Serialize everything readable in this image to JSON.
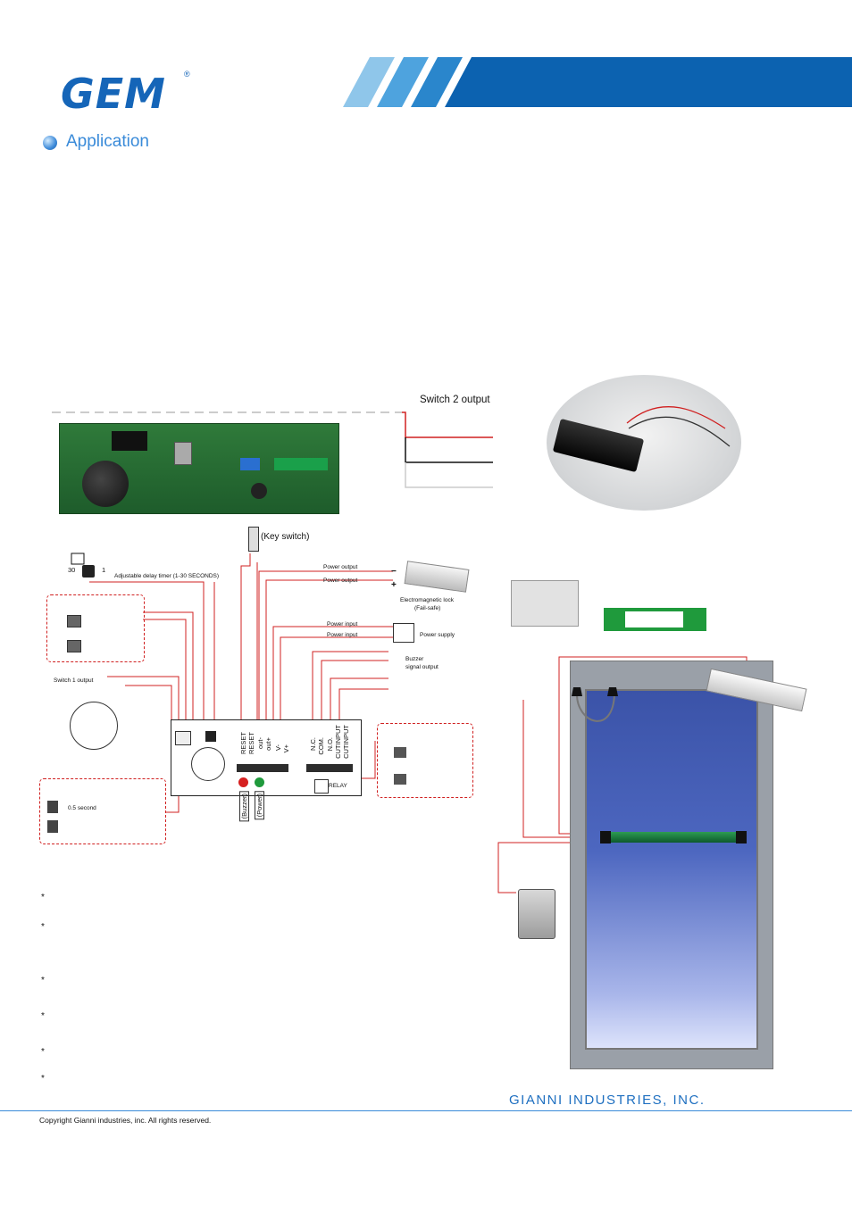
{
  "header": {
    "logo": "GEM",
    "registered": "®",
    "section_title": "Application"
  },
  "colors": {
    "brand_blue": "#1565b8",
    "wire_red": "#d02020",
    "exit_green": "#1f9a3c"
  },
  "diagram": {
    "switch2_output": "Switch 2 output",
    "key_switch": "(Key switch)",
    "timer_max": "30",
    "timer_min": "1",
    "timer_label": "Adjustable delay timer (1-30 SECONDS)",
    "power_output_1": "Power output",
    "power_output_2": "Power output",
    "minus": "−",
    "plus": "+",
    "mag_lock": "Electromagnetic lock",
    "fail_safe": "(Fail-safe)",
    "power_input_1": "Power input",
    "power_input_2": "Power input",
    "power_supply": "Power supply",
    "buzzer_output_1": "Buzzer",
    "buzzer_output_2": "signal output",
    "switch1_output": "Switch 1 output",
    "half_second": "0.5 second",
    "relay": "RELAY",
    "buzzer_led": "(Buzzer)",
    "power_led": "(Power)",
    "terminals": [
      "RESET",
      "RESET",
      "out-",
      "out+",
      "V-",
      "V+",
      "N.C.",
      "COM.",
      "N.O.",
      "CUTINPUT",
      "CUTINPUT"
    ]
  },
  "notes": [
    "*",
    "*",
    "*",
    "*",
    "*",
    "*"
  ],
  "footer": {
    "company": "GIANNI INDUSTRIES, INC.",
    "copyright": "Copyright Gianni industries, inc. All rights reserved."
  }
}
